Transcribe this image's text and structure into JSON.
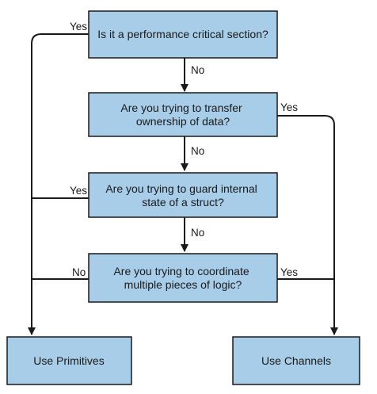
{
  "nodes": {
    "q1": {
      "lines": [
        "Is it a performance critical section?"
      ]
    },
    "q2": {
      "lines": [
        "Are you trying to transfer",
        "ownership of data?"
      ]
    },
    "q3": {
      "lines": [
        "Are you trying to guard internal",
        "state of a struct?"
      ]
    },
    "q4": {
      "lines": [
        "Are you trying to coordinate",
        "multiple pieces of logic?"
      ]
    },
    "primitives": {
      "lines": [
        "Use Primitives"
      ]
    },
    "channels": {
      "lines": [
        "Use Channels"
      ]
    }
  },
  "edges": {
    "q1_yes": "Yes",
    "q1_no": "No",
    "q2_yes": "Yes",
    "q2_no": "No",
    "q3_yes": "Yes",
    "q3_no": "No",
    "q4_no": "No",
    "q4_yes": "Yes"
  },
  "colors": {
    "box_fill": "#a7cde8",
    "stroke": "#1a1a1a"
  }
}
